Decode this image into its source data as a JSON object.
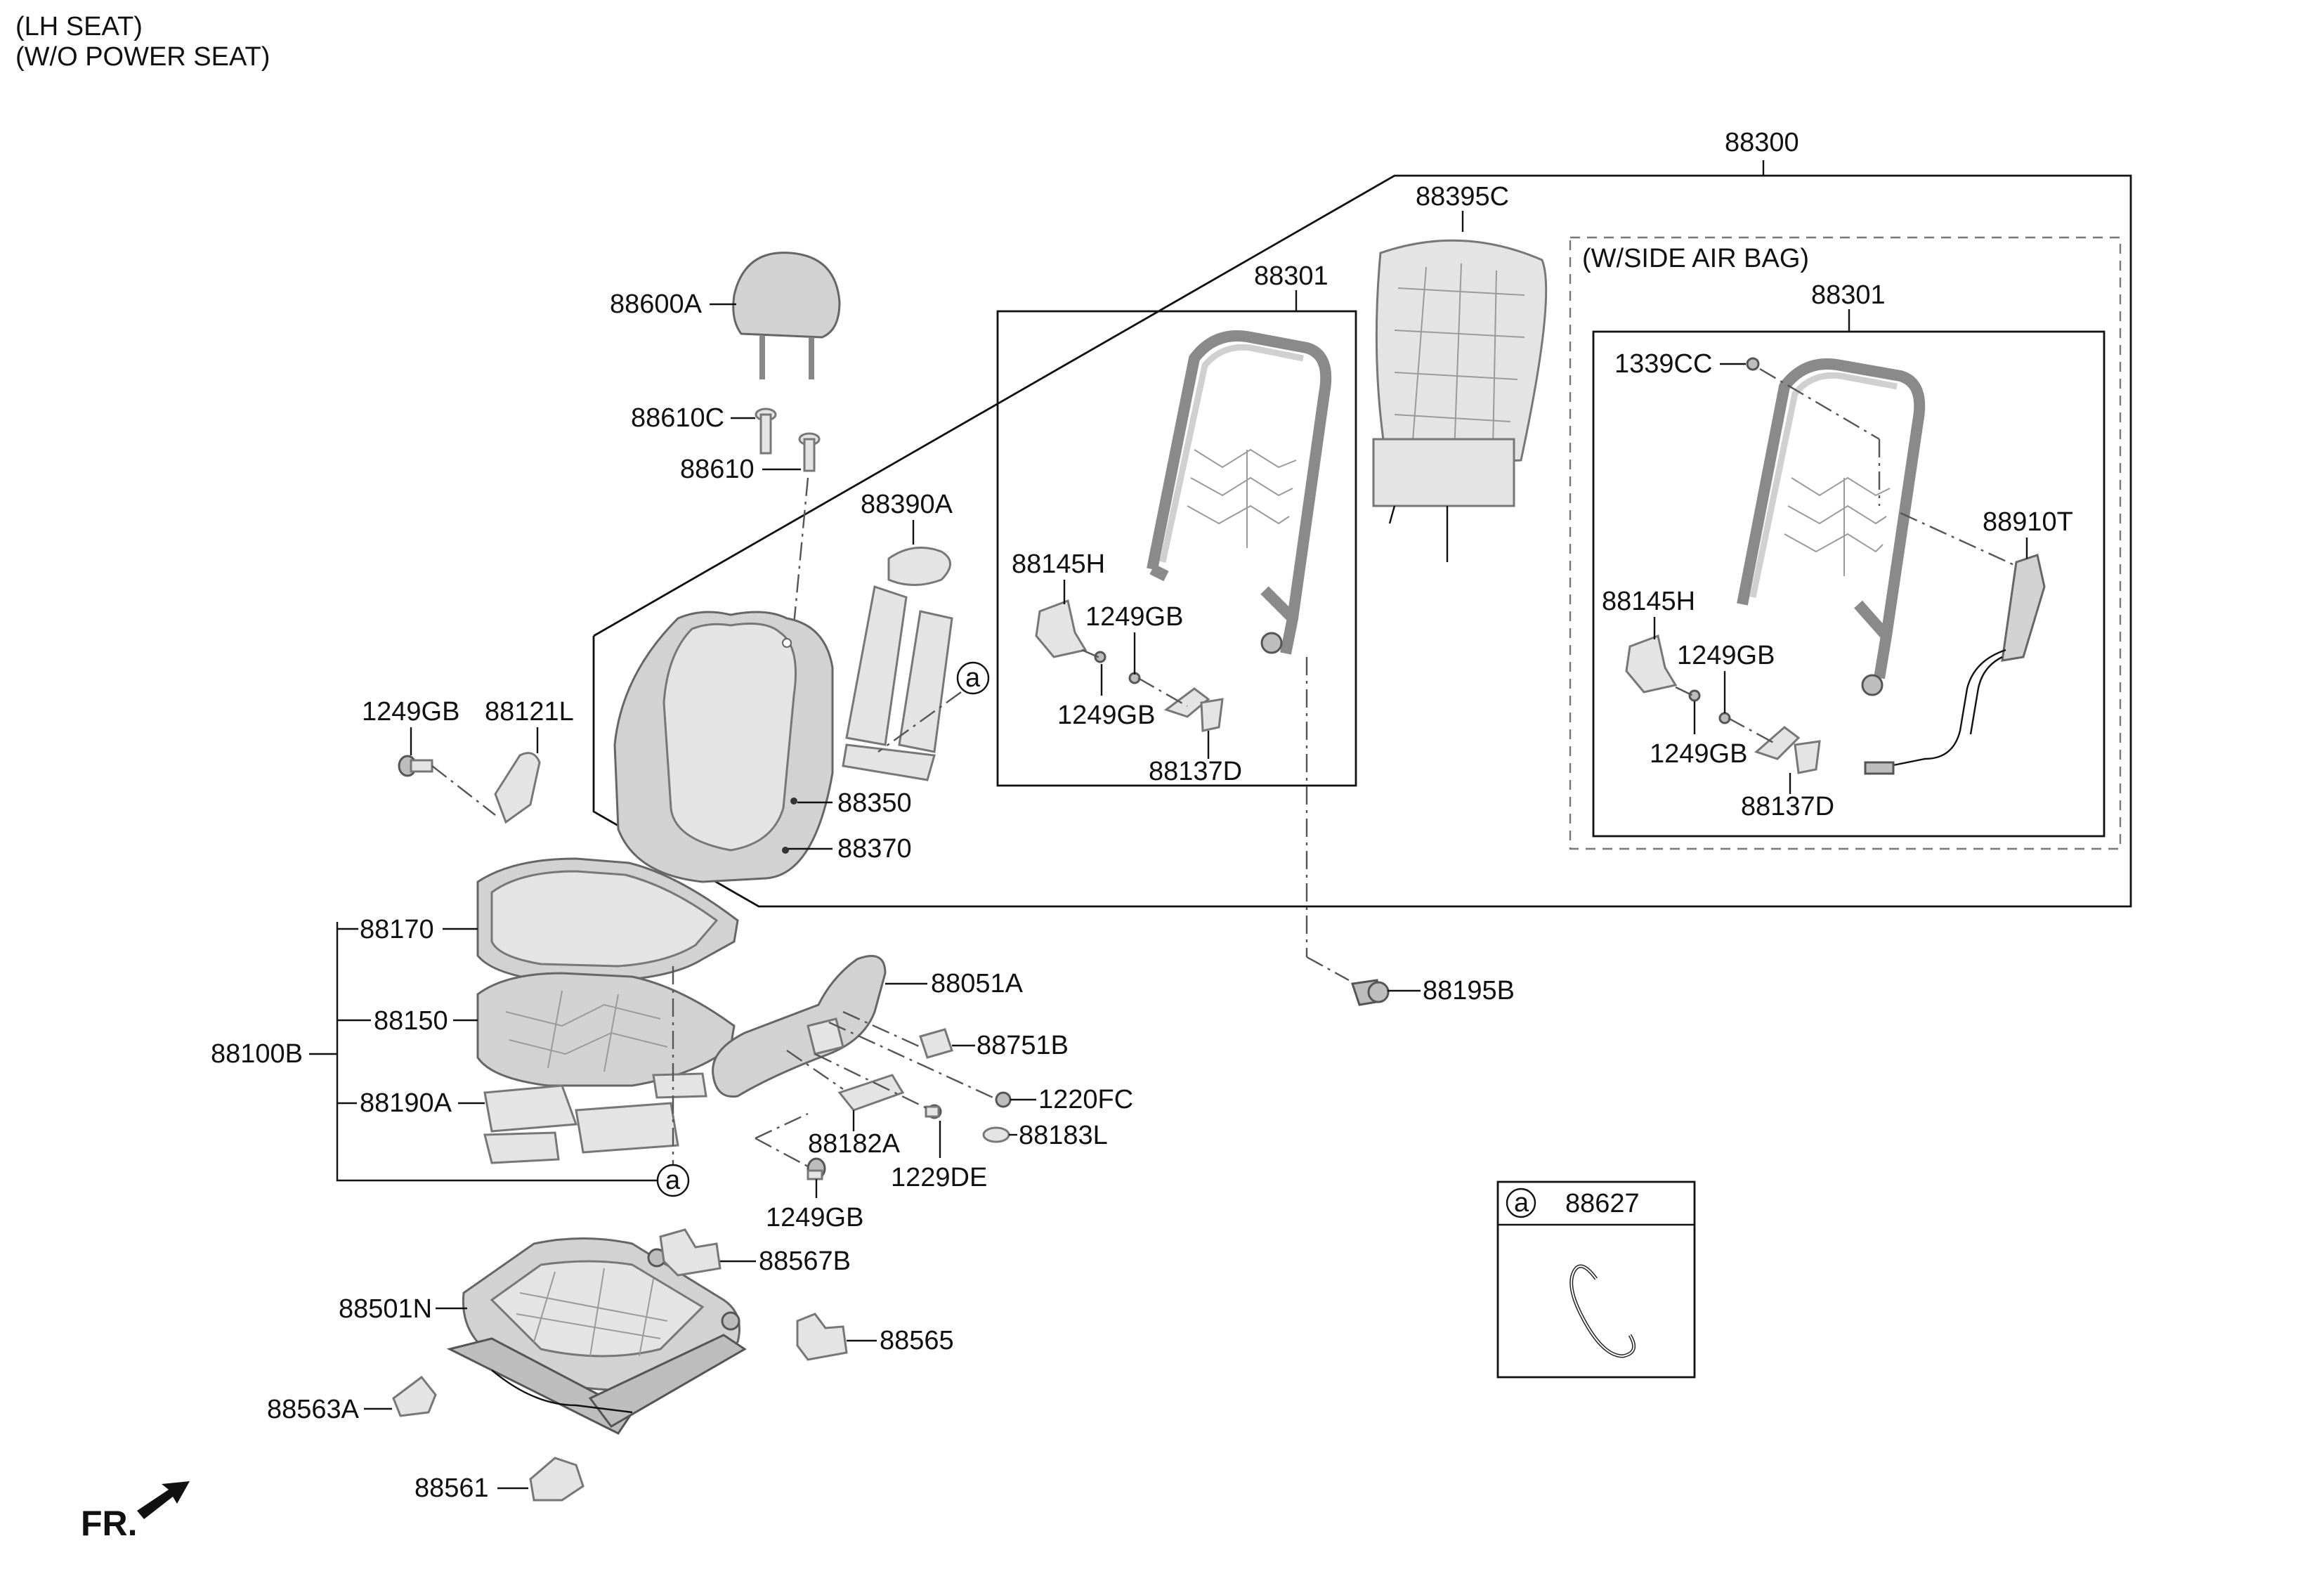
{
  "header": {
    "line1": "(LH SEAT)",
    "line2": "(W/O POWER SEAT)"
  },
  "parts": {
    "p88300": "88300",
    "p88395C": "88395C",
    "p88301_main": "88301",
    "p88301_airbag": "88301",
    "side_airbag_note": "(W/SIDE AIR BAG)",
    "p1339CC": "1339CC",
    "p88910T": "88910T",
    "p88145H_main": "88145H",
    "p88145H_airbag": "88145H",
    "p1249GB_frame_a": "1249GB",
    "p1249GB_frame_b": "1249GB",
    "p1249GB_airbag_a": "1249GB",
    "p1249GB_airbag_b": "1249GB",
    "p88137D_main": "88137D",
    "p88137D_airbag": "88137D",
    "p88600A": "88600A",
    "p88610C": "88610C",
    "p88610": "88610",
    "p88390A": "88390A",
    "p88350": "88350",
    "p88370": "88370",
    "p1249GB_left": "1249GB",
    "p88121L": "88121L",
    "p88170": "88170",
    "p88150": "88150",
    "p88100B": "88100B",
    "p88190A": "88190A",
    "p88051A": "88051A",
    "p88751B": "88751B",
    "p1220FC": "1220FC",
    "p88183L": "88183L",
    "p88182A": "88182A",
    "p1229DE": "1229DE",
    "p1249GB_bottom": "1249GB",
    "p88195B": "88195B",
    "p88567B": "88567B",
    "p88501N": "88501N",
    "p88565": "88565",
    "p88563A": "88563A",
    "p88561": "88561"
  },
  "refs": {
    "circle_a_back": "a",
    "circle_a_cushion": "a",
    "inset_circle": "a",
    "inset_part": "88627"
  },
  "fr_label": "FR.",
  "colors": {
    "line": "#111111",
    "part_fill": "#d2d2d2",
    "background": "#ffffff"
  }
}
